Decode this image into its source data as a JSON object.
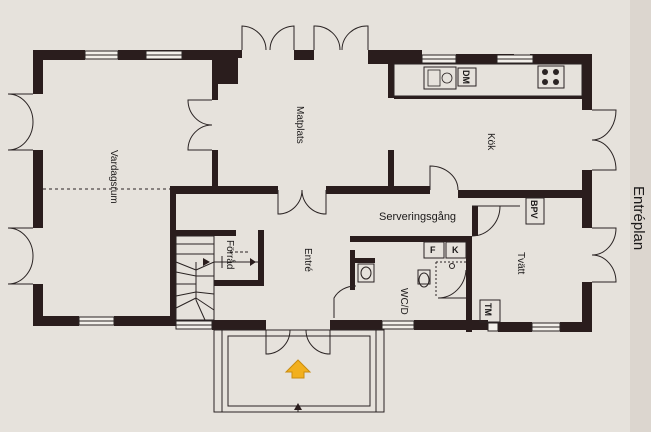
{
  "plan_title": "Entréplan",
  "rooms": {
    "living": "Vardagsrum",
    "dining": "Matplats",
    "kitchen": "Kök",
    "entrance": "Entré",
    "storage": "Förråd",
    "serving": "Serveringsgång",
    "laundry": "Tvätt",
    "wc": "WC/D"
  },
  "fixtures": {
    "dishwasher": "DM",
    "boiler": "BPV",
    "fridge": "K",
    "freezer": "F",
    "dryer": "TM"
  },
  "colors": {
    "paper": "#e6e2dc",
    "wall": "#2a1d1d",
    "entry_arrow": "#f2b01e"
  }
}
